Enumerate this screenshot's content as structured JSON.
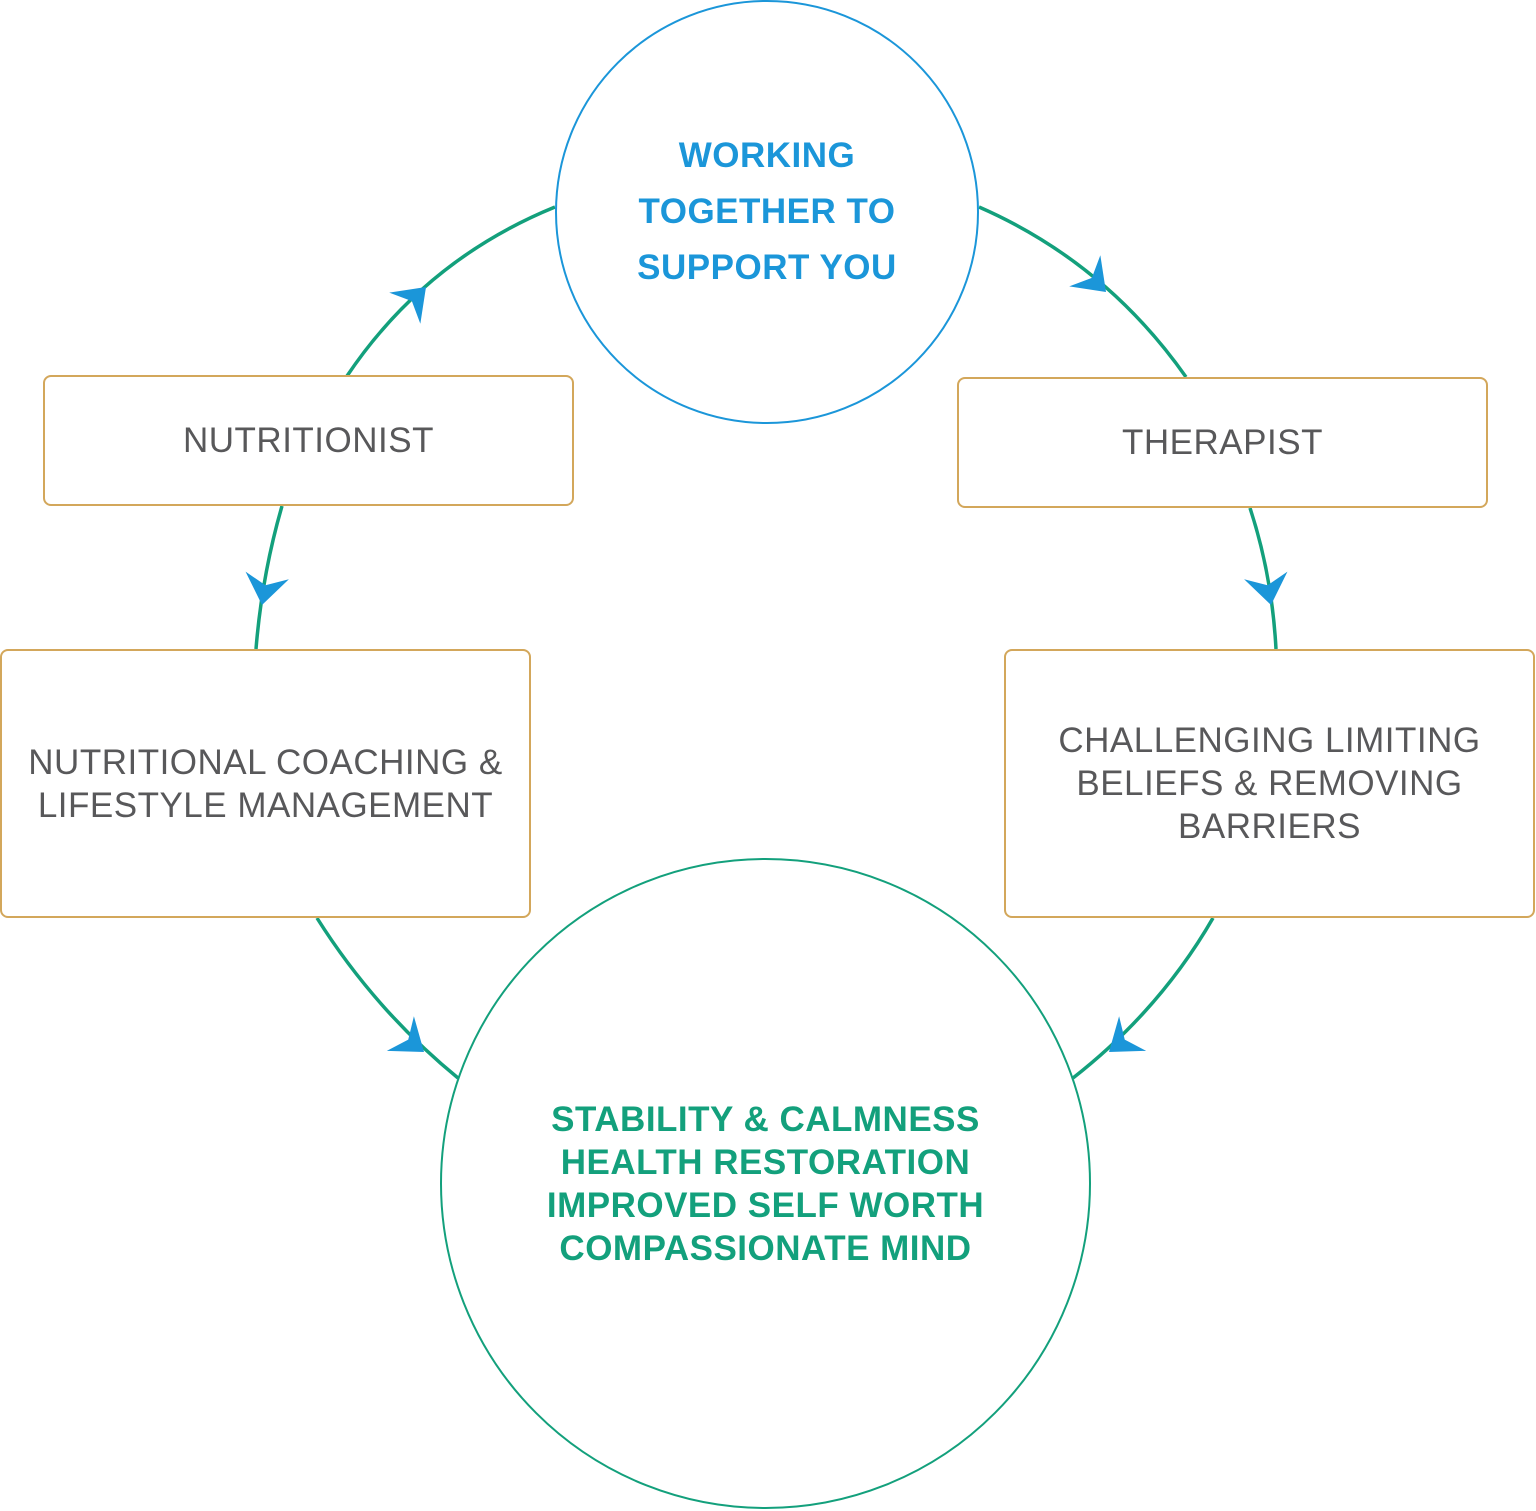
{
  "colors": {
    "blue": "#1b96d9",
    "green": "#13a07c",
    "gold": "#d3a75b",
    "gray_text": "#58585a"
  },
  "top_circle": {
    "lines": [
      "WORKING",
      "TOGETHER TO",
      "SUPPORT YOU"
    ]
  },
  "left_box_1": {
    "label": "NUTRITIONIST"
  },
  "right_box_1": {
    "label": "THERAPIST"
  },
  "left_box_2": {
    "lines": [
      "NUTRITIONAL COACHING &",
      "LIFESTYLE MANAGEMENT"
    ]
  },
  "right_box_2": {
    "lines": [
      "CHALLENGING LIMITING",
      "BELIEFS & REMOVING",
      "BARRIERS"
    ]
  },
  "bottom_circle": {
    "lines": [
      "STABILITY & CALMNESS",
      "HEALTH RESTORATION",
      "IMPROVED SELF WORTH",
      "COMPASSIONATE MIND"
    ]
  }
}
